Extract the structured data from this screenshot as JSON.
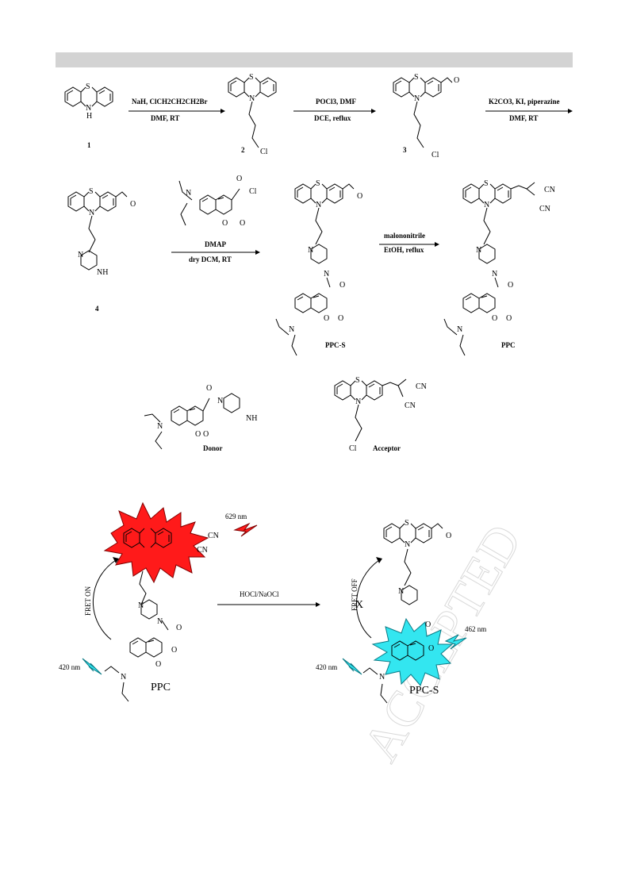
{
  "scheme": {
    "step1": {
      "top": "NaH, ClCH2CH2CH2Br",
      "bottom": "DMF, RT"
    },
    "step2": {
      "top": "POCl3, DMF",
      "bottom": "DCE, reflux"
    },
    "step3": {
      "top": "K2CO3, KI, piperazine",
      "bottom": "DMF, RT"
    },
    "step4": {
      "top": "DMAP",
      "bottom": "dry DCM, RT"
    },
    "step5": {
      "top": "malononitrile",
      "bottom": "EtOH, reflux"
    },
    "compounds": {
      "c1": "1",
      "c2": "2",
      "c3": "3",
      "c4": "4",
      "ppcs": "PPC-S",
      "ppc": "PPC",
      "donor": "Donor",
      "acceptor": "Acceptor"
    }
  },
  "mechanism": {
    "reagent": "HOCl/NaOCl",
    "fret_on": "FRET ON",
    "fret_off": "FRET OFF",
    "excitation_left": "420 nm",
    "excitation_right": "420 nm",
    "emission_left": "629 nm",
    "emission_right": "462 nm",
    "label_left": "PPC",
    "label_right": "PPC-S",
    "blocked_mark": "X"
  },
  "watermark": "ACCEPTED",
  "colors": {
    "header_bar": "#d3d3d3",
    "red_burst": "#ff1a1a",
    "cyan_burst": "#33e6f0"
  }
}
